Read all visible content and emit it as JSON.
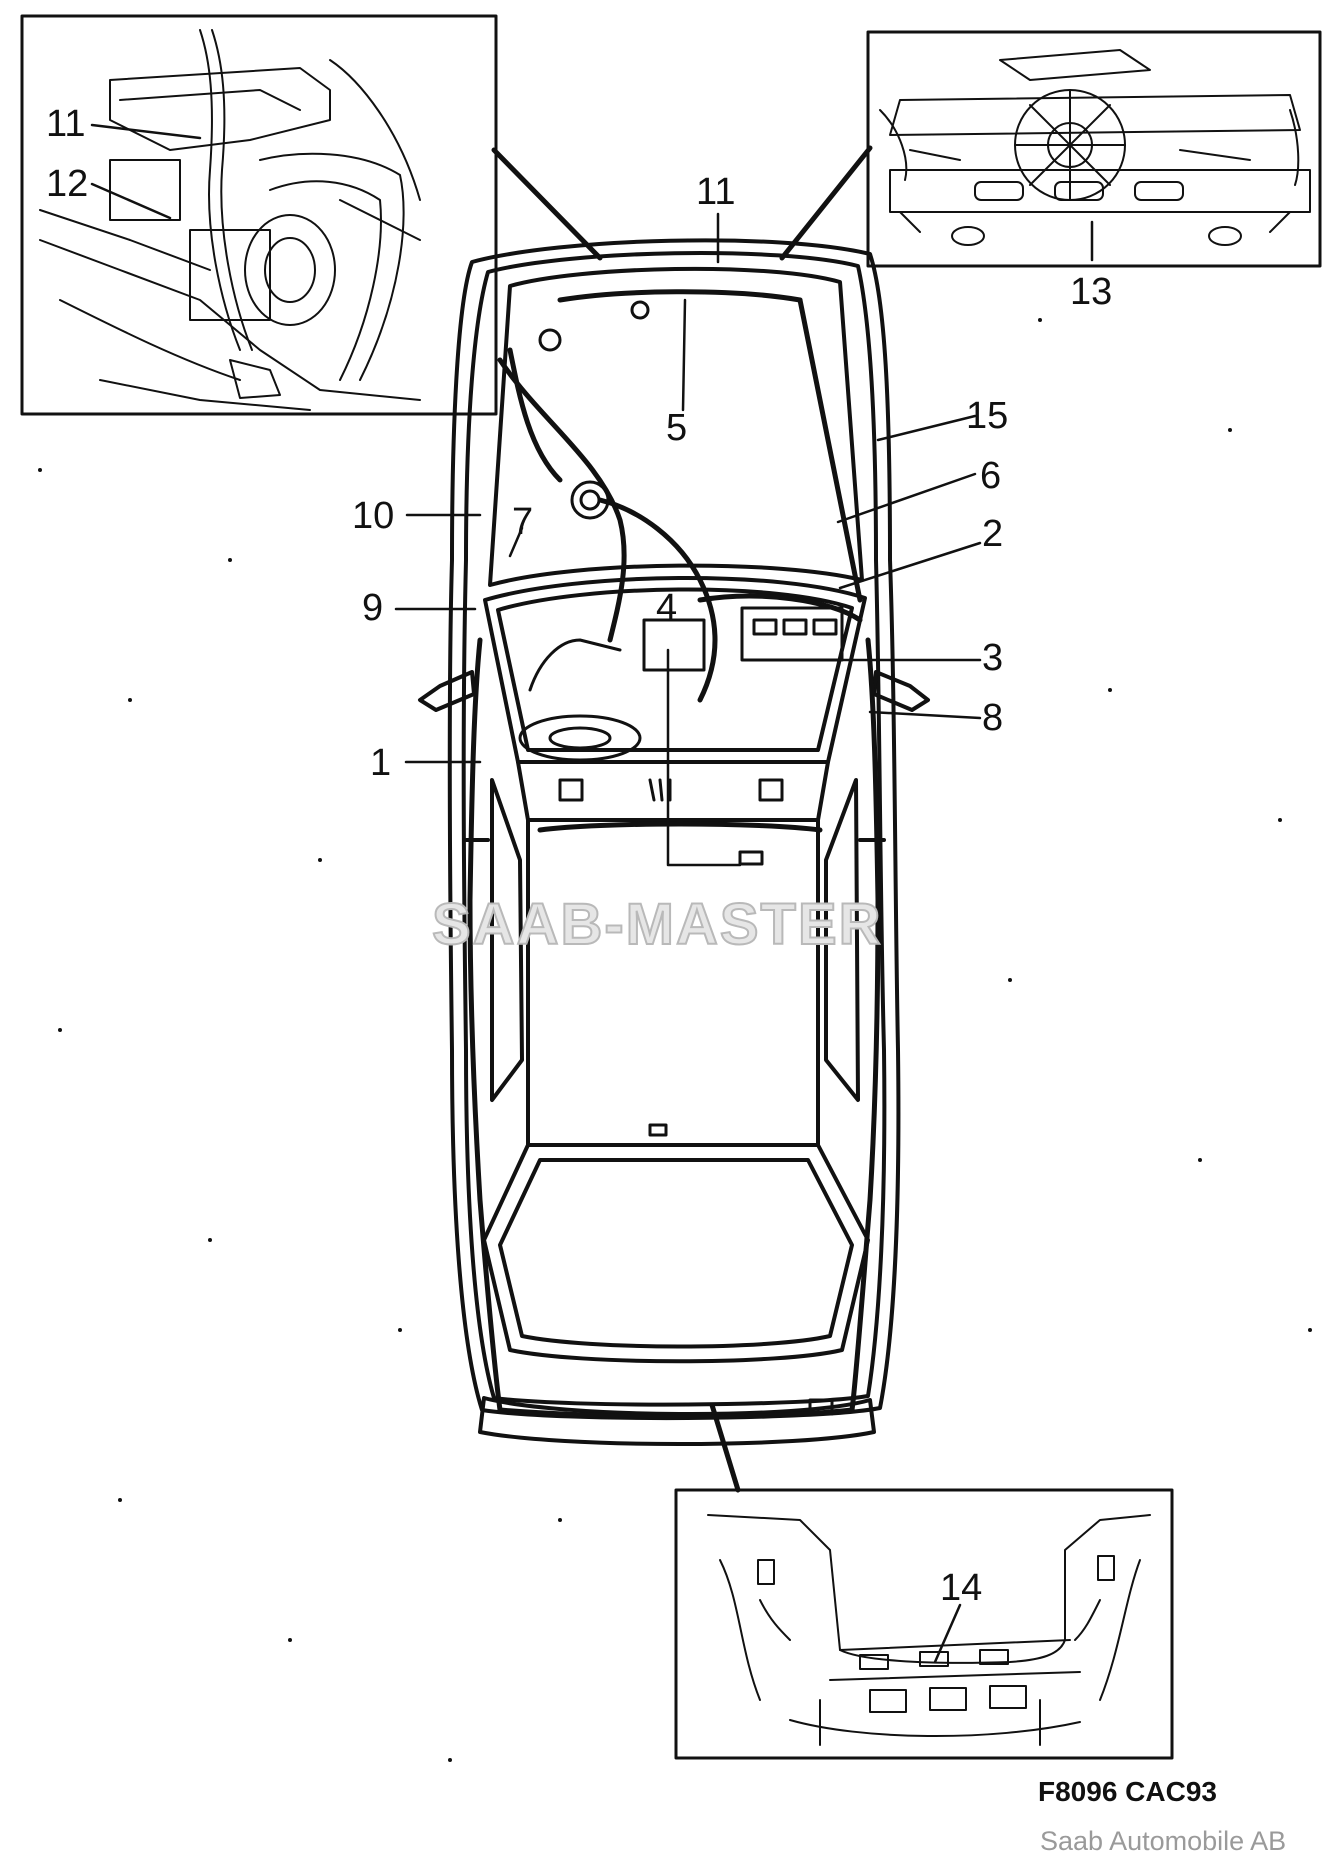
{
  "callouts": [
    {
      "id": "c1",
      "text": "1"
    },
    {
      "id": "c2",
      "text": "2"
    },
    {
      "id": "c3",
      "text": "3"
    },
    {
      "id": "c4",
      "text": "4"
    },
    {
      "id": "c5",
      "text": "5"
    },
    {
      "id": "c6",
      "text": "6"
    },
    {
      "id": "c7",
      "text": "7"
    },
    {
      "id": "c8",
      "text": "8"
    },
    {
      "id": "c9",
      "text": "9"
    },
    {
      "id": "c10",
      "text": "10"
    },
    {
      "id": "c11a",
      "text": "11"
    },
    {
      "id": "c11b",
      "text": "11"
    },
    {
      "id": "c12",
      "text": "12"
    },
    {
      "id": "c13",
      "text": "13"
    },
    {
      "id": "c14",
      "text": "14"
    },
    {
      "id": "c15",
      "text": "15"
    }
  ],
  "watermark": "SAAB-MASTER",
  "figure_code": "F8096 CAC93",
  "copyright": "Saab Automobile AB"
}
